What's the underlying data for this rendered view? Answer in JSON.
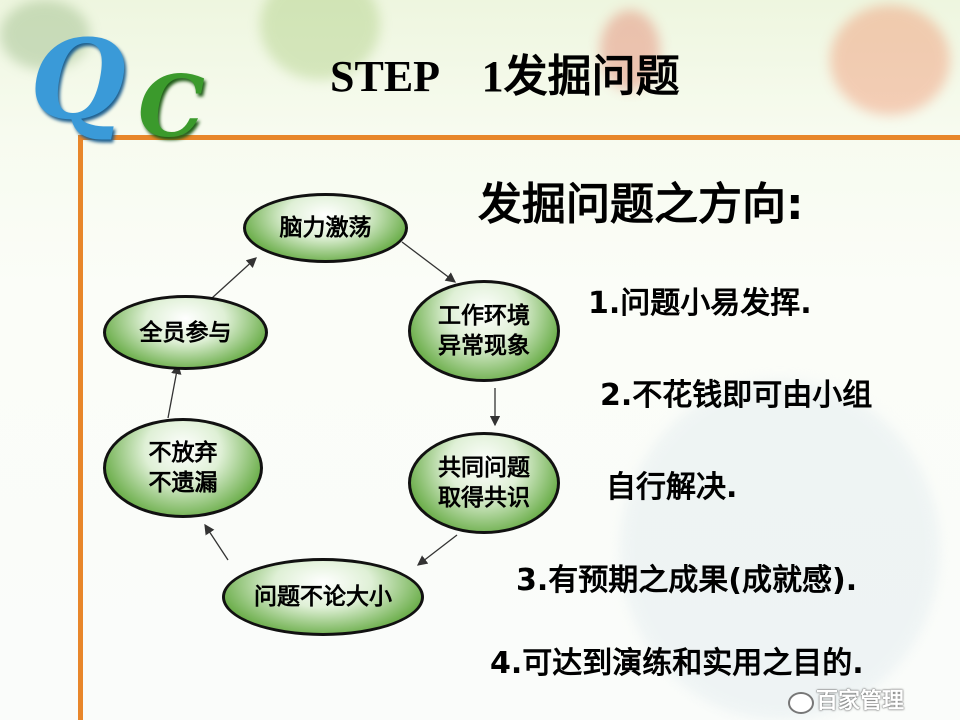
{
  "title": "STEP    1发掘问题",
  "logo": "QC",
  "subtitle": "发掘问题之方向:",
  "points": [
    "1.问题小易发挥.",
    "2.不花钱即可由小组",
    "自行解决.",
    "3.有预期之成果(成就感).",
    "4.可达到演练和实用之目的."
  ],
  "cycle": [
    {
      "line1": "脑力激荡",
      "line2": ""
    },
    {
      "line1": "工作环境",
      "line2": "异常现象"
    },
    {
      "line1": "共同问题",
      "line2": "取得共识"
    },
    {
      "line1": "问题不论大小",
      "line2": ""
    },
    {
      "line1": "不放弃",
      "line2": "不遗漏"
    },
    {
      "line1": "全员参与",
      "line2": ""
    }
  ],
  "watermark": "百家管理",
  "colors": {
    "frame": "#e8862a",
    "node_fill": "#6fb04f",
    "logo_q": "#3a9ad8",
    "logo_c": "#3b9a2c"
  }
}
